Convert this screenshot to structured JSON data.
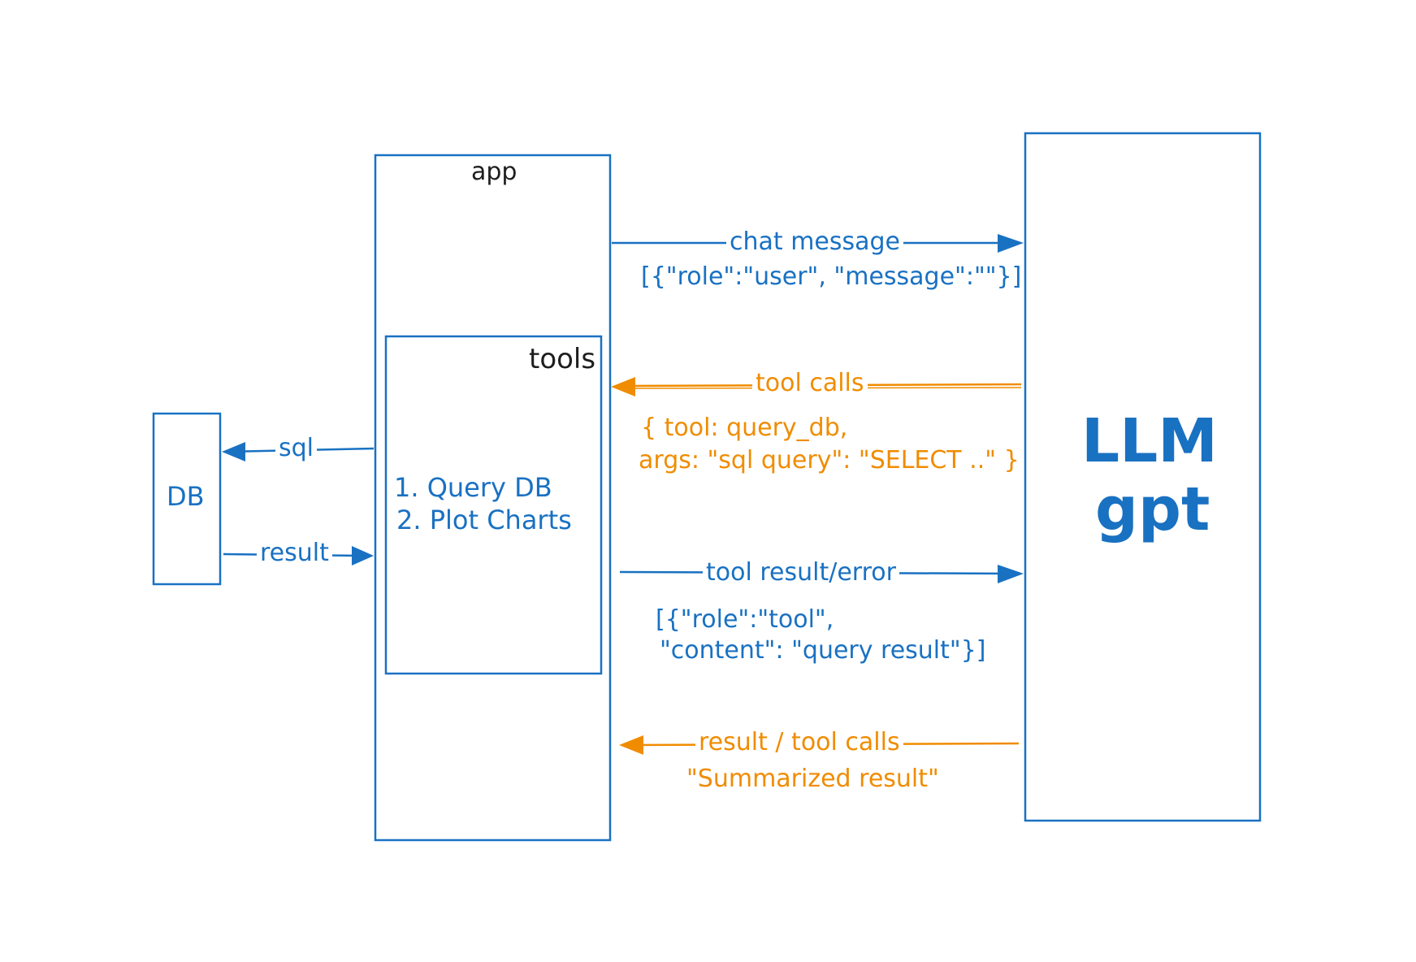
{
  "colors": {
    "blue": "#1971c2",
    "orange": "#f08c00",
    "dark": "#1e1e1e",
    "background": "#ffffff"
  },
  "nodes": {
    "db": "DB",
    "app": "app",
    "tools": "tools",
    "tools_items": [
      "1. Query DB",
      "2. Plot Charts"
    ],
    "llm_line1": "LLM",
    "llm_line2": "gpt"
  },
  "edges": {
    "sql": "sql",
    "result": "result",
    "chat_message": "chat message",
    "chat_payload": "[{\"role\":\"user\", \"message\":\"\"}]",
    "tool_calls": "tool calls",
    "tool_calls_payload_1": "{ tool: query_db,",
    "tool_calls_payload_2": "args: \"sql query\": \"SELECT ..\" }",
    "tool_result_error": "tool result/error",
    "tool_result_payload_1": "[{\"role\":\"tool\",",
    "tool_result_payload_2": "\"content\": \"query result\"}]",
    "result_tool_calls": "result / tool calls",
    "summarized_result": "\"Summarized result\""
  }
}
